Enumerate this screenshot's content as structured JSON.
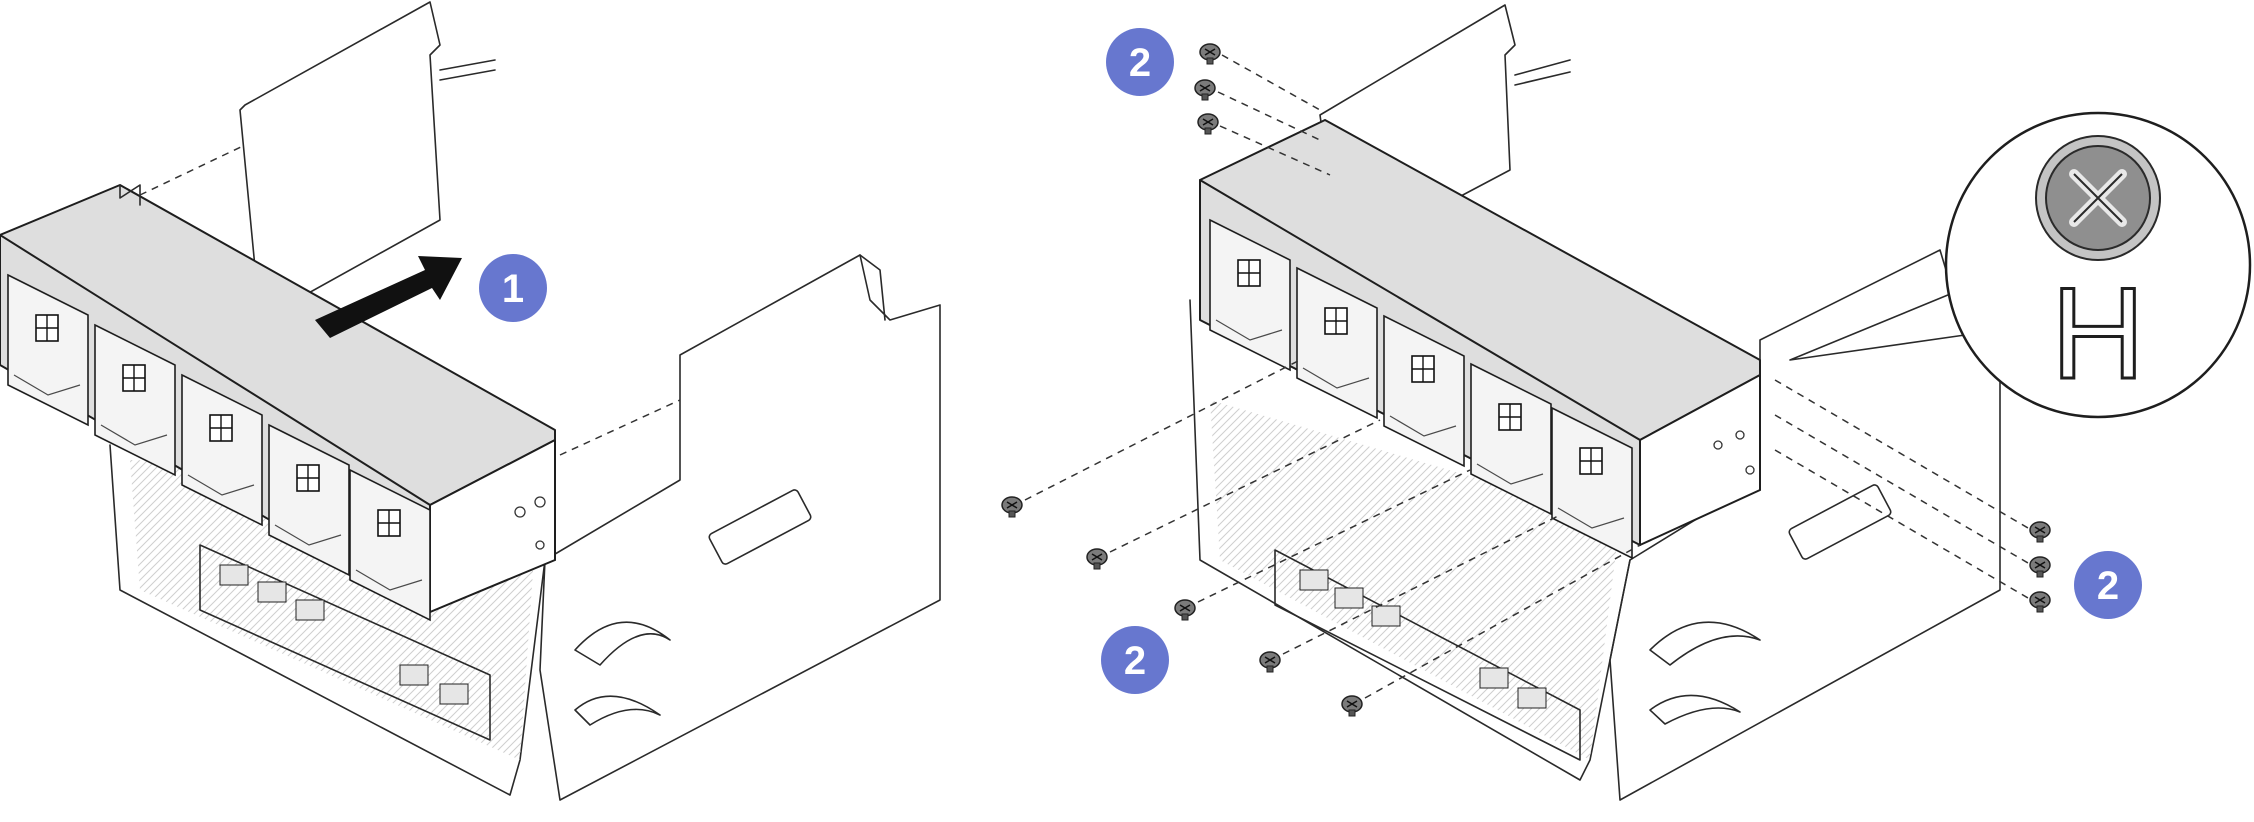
{
  "steps": [
    {
      "number": "1",
      "color": "#6777cf"
    },
    {
      "number": "2",
      "color": "#6777cf"
    }
  ],
  "callout": {
    "screw_type": "Phillips",
    "driver_label": "H"
  },
  "colors": {
    "badge": "#6777cf",
    "line": "#1e1e1e",
    "cage_top": "#dedede",
    "screw": "#7b7b7b"
  }
}
